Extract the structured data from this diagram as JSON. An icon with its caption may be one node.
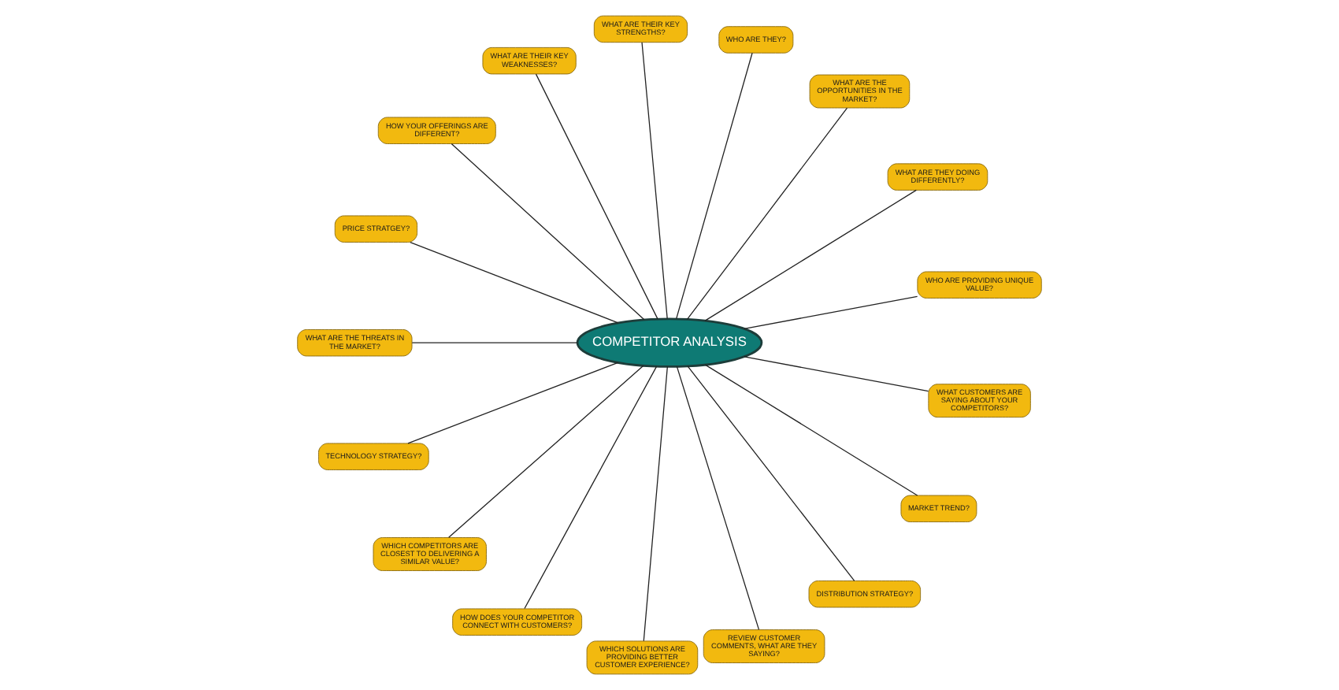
{
  "diagram": {
    "nodes": [
      {
        "text": [
          "COMPETITOR ANALYSIS"
        ]
      },
      {
        "text": [
          "WHO ARE PROVIDING UNIQUE VALUE?"
        ]
      },
      {
        "text": [
          "WHAT ARE THEY DOING DIFFERENTLY?"
        ]
      },
      {
        "text": [
          "WHAT ARE THE OPPORTUNITIES IN THE MARKET?"
        ]
      },
      {
        "text": [
          "WHO ARE THEY?"
        ]
      },
      {
        "text": [
          "WHAT ARE THEIR KEY STRENGTHS?"
        ]
      },
      {
        "text": [
          "WHAT ARE THEIR KEY WEAKNESSES?"
        ]
      },
      {
        "text": [
          "HOW YOUR OFFERINGS ARE DIFFERENT?"
        ]
      },
      {
        "text": [
          "PRICE STRATGEY?"
        ]
      },
      {
        "text": [
          "WHAT ARE THE THREATS IN THE MARKET?"
        ]
      },
      {
        "text": [
          "TECHNOLOGY STRATEGY?"
        ]
      },
      {
        "text": [
          "WHICH COMPETITORS ARE CLOSEST TO DELIVERING A SIMILAR VALUE?"
        ]
      },
      {
        "text": [
          "HOW DOES YOUR COMPETITOR CONNECT WITH CUSTOMERS?"
        ]
      },
      {
        "text": [
          "WHICH SOLUTIONS ARE PROVIDING BETTER CUSTOMER EXPERIENCE?"
        ]
      },
      {
        "text": [
          "REVIEW CUSTOMER COMMENTS, WHAT ARE THEY SAYING?"
        ]
      },
      {
        "text": [
          "DISTRIBUTION STRATEGY?"
        ]
      },
      {
        "text": [
          "MARKET TREND?"
        ]
      },
      {
        "text": [
          "WHAT CUSTOMERS ARE SAYING ABOUT YOUR COMPETITORS?"
        ]
      }
    ],
    "edges": [
      {
        "from": 0,
        "to": 1,
        "arrow": "none"
      },
      {
        "from": 0,
        "to": 2,
        "arrow": "none"
      },
      {
        "from": 0,
        "to": 3,
        "arrow": "none"
      },
      {
        "from": 0,
        "to": 4,
        "arrow": "none"
      },
      {
        "from": 0,
        "to": 5,
        "arrow": "none"
      },
      {
        "from": 0,
        "to": 6,
        "arrow": "none"
      },
      {
        "from": 0,
        "to": 7,
        "arrow": "none"
      },
      {
        "from": 0,
        "to": 8,
        "arrow": "none"
      },
      {
        "from": 0,
        "to": 9,
        "arrow": "none"
      },
      {
        "from": 0,
        "to": 10,
        "arrow": "none"
      },
      {
        "from": 0,
        "to": 11,
        "arrow": "none"
      },
      {
        "from": 0,
        "to": 12,
        "arrow": "none"
      },
      {
        "from": 0,
        "to": 13,
        "arrow": "none"
      },
      {
        "from": 0,
        "to": 14,
        "arrow": "none"
      },
      {
        "from": 0,
        "to": 15,
        "arrow": "none"
      },
      {
        "from": 0,
        "to": 16,
        "arrow": "none"
      },
      {
        "from": 0,
        "to": 17,
        "arrow": "none"
      }
    ]
  }
}
